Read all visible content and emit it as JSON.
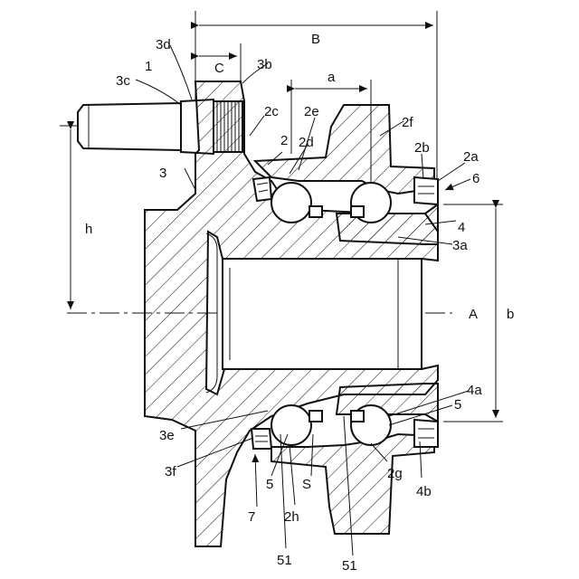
{
  "labels": {
    "B": "B",
    "C": "C",
    "a": "a",
    "A": "A",
    "b": "b",
    "h": "h",
    "n1": "1",
    "n2": "2",
    "n3": "3",
    "n4": "4",
    "n5a": "5",
    "n5b": "5",
    "n6": "6",
    "n7": "7",
    "n51a": "51",
    "n51b": "51",
    "S": "S",
    "n2a": "2a",
    "n2b": "2b",
    "n2c": "2c",
    "n2d": "2d",
    "n2e": "2e",
    "n2f": "2f",
    "n2g": "2g",
    "n2h": "2h",
    "n3a": "3a",
    "n3b": "3b",
    "n3c": "3c",
    "n3d": "3d",
    "n3e": "3e",
    "n3f": "3f",
    "n4a": "4a",
    "n4b": "4b"
  }
}
